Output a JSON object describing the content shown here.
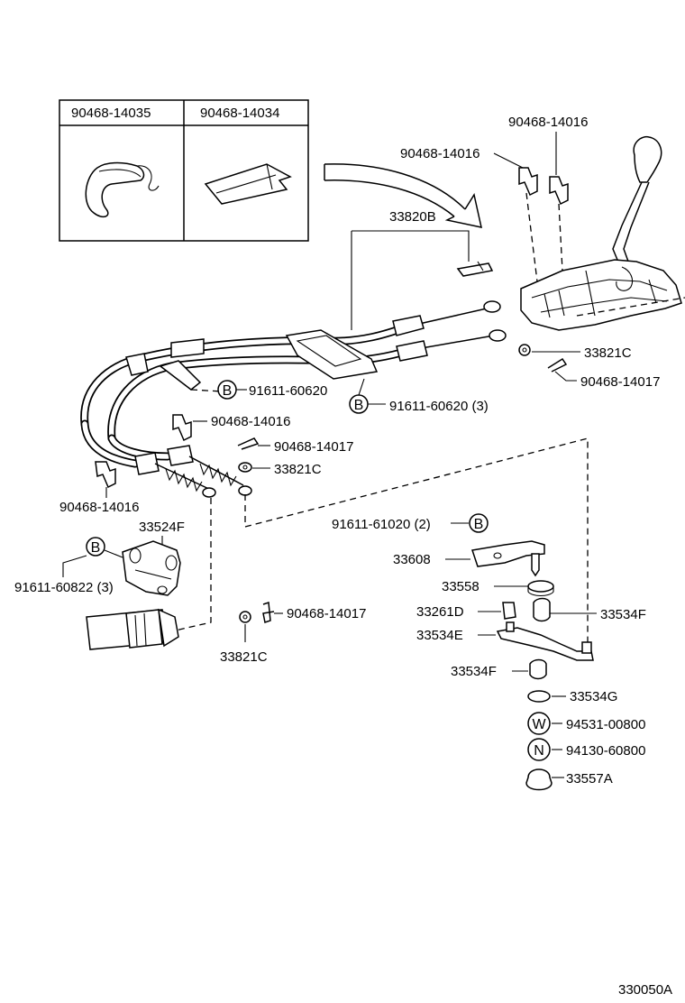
{
  "inset": {
    "left_header": "90468-14035",
    "right_header": "90468-14034"
  },
  "labels": {
    "clip_top_right": "90468-14016",
    "clip_top_mid": "90468-14016",
    "cable_assembly": "33820B",
    "washer_right": "33821C",
    "pin_right": "90468-14017",
    "bolt_mid_left": "91611-60620",
    "bolt_mid_right": "91611-60620 (3)",
    "clip_mid": "90468-14016",
    "pin_mid": "90468-14017",
    "washer_mid": "33821C",
    "clip_left": "90468-14016",
    "bracket_left": "33524F",
    "bolt_left": "91611-60822 (3)",
    "pin_low": "90468-14017",
    "washer_low": "33821C",
    "bolt_right": "91611-61020 (2)",
    "lever": "33608",
    "bushing_top": "33558",
    "collar": "33261D",
    "bushing_f_right": "33534F",
    "lever_lower": "33534E",
    "bushing_f_left": "33534F",
    "bushing_g": "33534G",
    "washer_w": "94531-00800",
    "nut_n": "94130-60800",
    "cap": "33557A",
    "diagram_id": "330050A"
  },
  "symbols": {
    "bolt_mark": "B",
    "washer_mark": "W",
    "nut_mark": "N"
  }
}
